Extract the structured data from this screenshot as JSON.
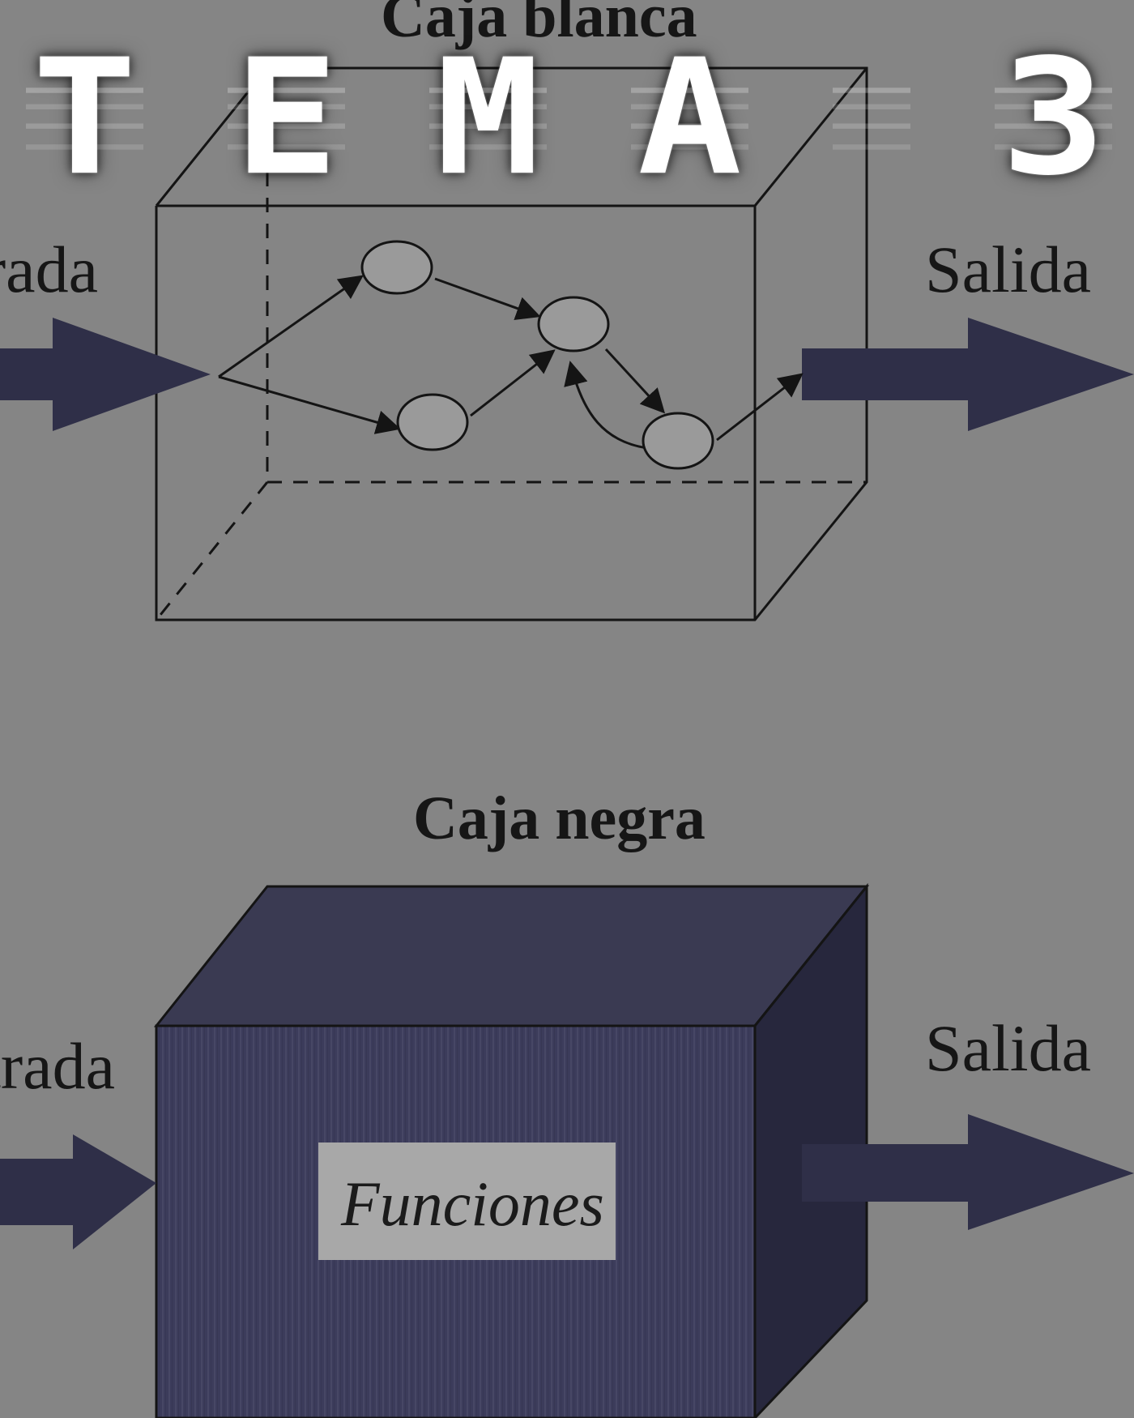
{
  "cover_title": "TEMA 3",
  "white_box": {
    "title": "Caja blanca",
    "input_label": "Entrada",
    "output_label": "Salida"
  },
  "black_box": {
    "title": "Caja negra",
    "input_label": "Entrada",
    "output_label": "Salida",
    "function_label": "Funciones"
  },
  "colors": {
    "background": "#858585",
    "arrow_fill": "#2f2f48",
    "box_front": "#3d3d5e",
    "box_top": "#3a3a52",
    "box_side": "#27273d",
    "node_fill": "#9a9a9a",
    "line_color": "#141414",
    "label_fill": "#a8a8a8",
    "cover_text": "#ffffff"
  }
}
